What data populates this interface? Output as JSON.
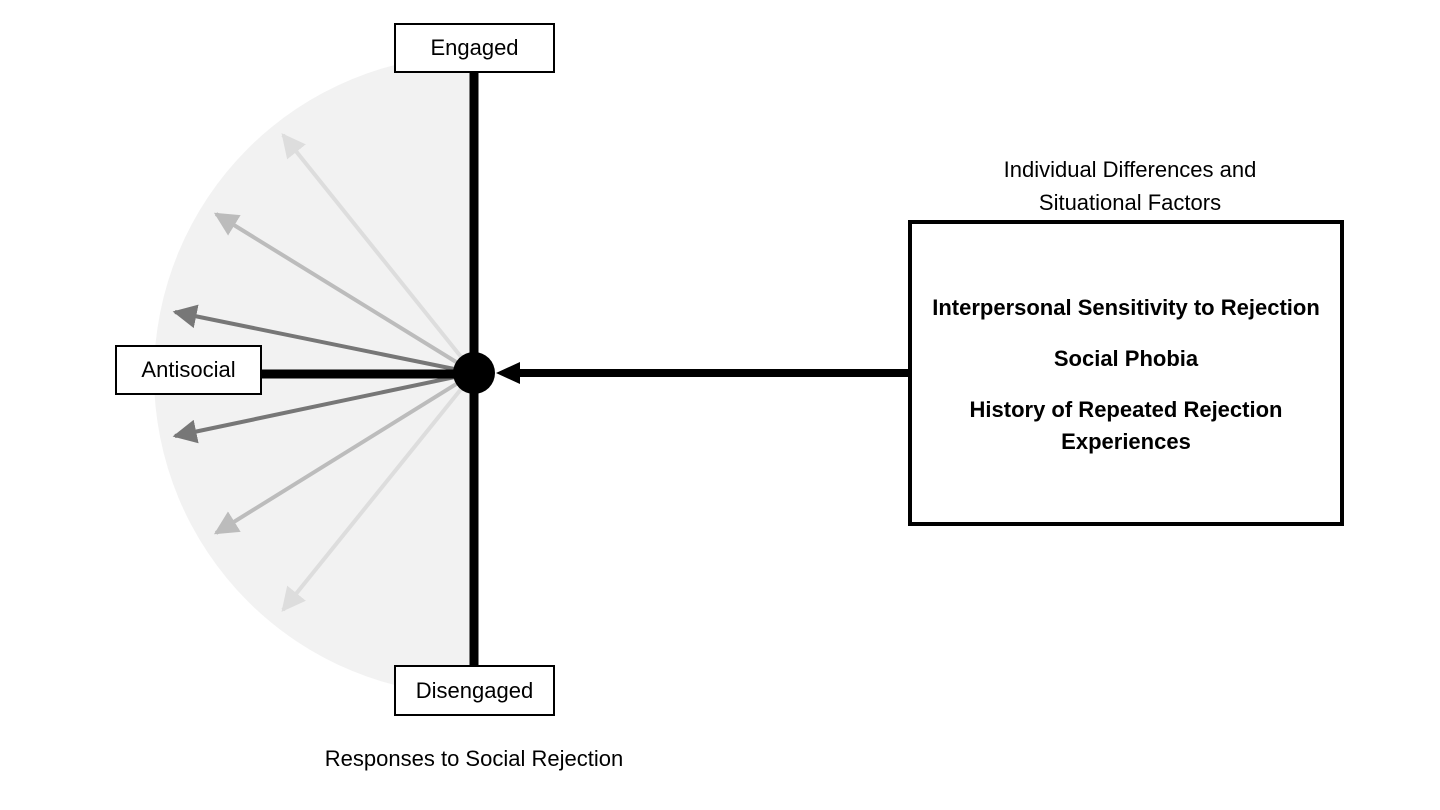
{
  "axes": {
    "top_label": "Engaged",
    "bottom_label": "Disengaged",
    "left_label": "Antisocial"
  },
  "captions": {
    "responses": "Responses to Social Rejection",
    "factors_title_line1": "Individual Differences and",
    "factors_title_line2": "Situational Factors"
  },
  "factors": {
    "item1": "Interpersonal Sensitivity to Rejection",
    "item2": "Social Phobia",
    "item3_line1": "History of Repeated Rejection",
    "item3_line2": "Experiences"
  },
  "colors": {
    "fan_fill": "#f2f2f2",
    "arrow_dark": "#777777",
    "arrow_mid": "#bcbcbc",
    "arrow_light": "#dddddd",
    "axis": "#000000"
  }
}
